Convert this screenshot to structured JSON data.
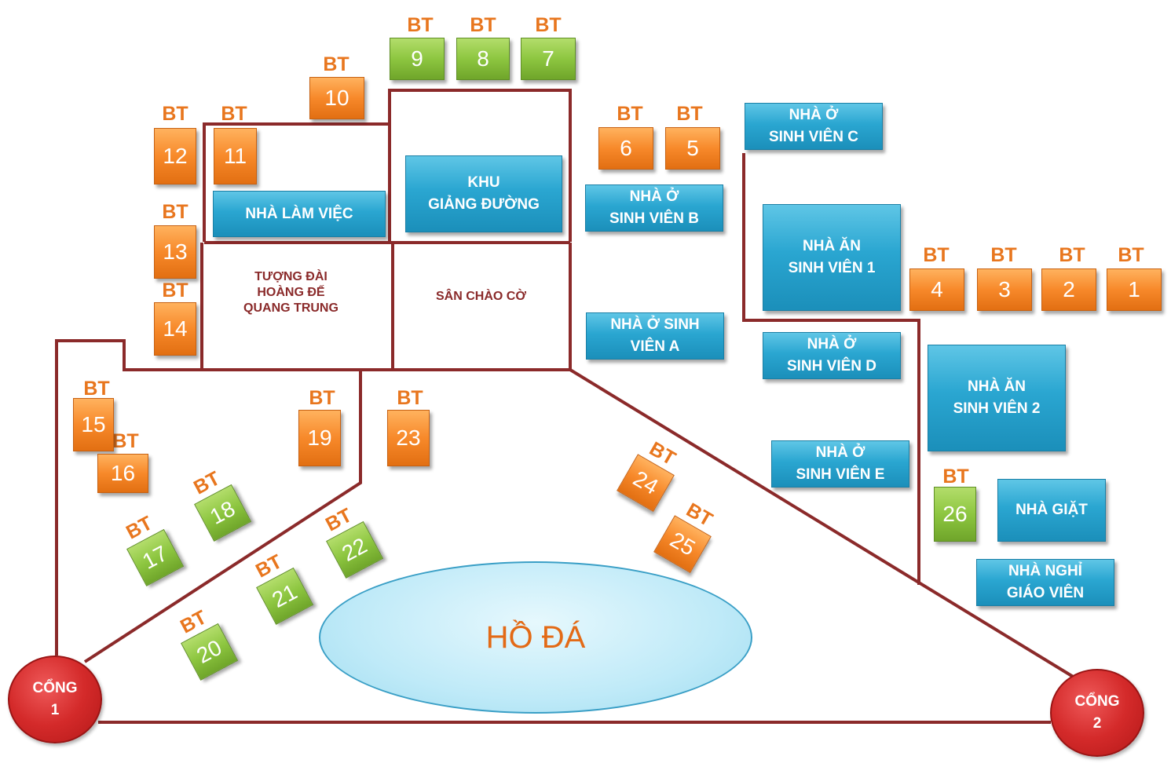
{
  "colors": {
    "road": "#8b2a2a",
    "building": "#2aa6d1",
    "stand_orange": "#f7892a",
    "stand_green": "#8dc640",
    "bt_label": "#e8761e",
    "lake_text": "#e36a16",
    "gate": "#d42a2a"
  },
  "bt_label": "BT",
  "areas": {
    "monument": [
      "TƯỢNG ĐÀI",
      "HOÀNG ĐẾ",
      "QUANG TRUNG"
    ],
    "flag_yard": "SÂN CHÀO CỜ"
  },
  "buildings": {
    "work_house": [
      "NHÀ LÀM VIỆC"
    ],
    "lecture_hall": [
      "KHU",
      "GIẢNG ĐƯỜNG"
    ],
    "dorm_b": [
      "NHÀ Ở",
      "SINH VIÊN B"
    ],
    "dorm_a": [
      "NHÀ Ở SINH",
      "VIÊN A"
    ],
    "dorm_c": [
      "NHÀ Ở",
      "SINH VIÊN C"
    ],
    "canteen_1": [
      "NHÀ ĂN",
      "SINH VIÊN 1"
    ],
    "dorm_d": [
      "NHÀ Ở",
      "SINH VIÊN D"
    ],
    "canteen_2": [
      "NHÀ ĂN",
      "SINH VIÊN 2"
    ],
    "dorm_e": [
      "NHÀ Ở",
      "SINH VIÊN E"
    ],
    "laundry": [
      "NHÀ GIẶT"
    ],
    "teacher_rest": [
      "NHÀ NGHỈ",
      "GIÁO VIÊN"
    ]
  },
  "stands": {
    "s1": "1",
    "s2": "2",
    "s3": "3",
    "s4": "4",
    "s5": "5",
    "s6": "6",
    "s7": "7",
    "s8": "8",
    "s9": "9",
    "s10": "10",
    "s11": "11",
    "s12": "12",
    "s13": "13",
    "s14": "14",
    "s15": "15",
    "s16": "16",
    "s17": "17",
    "s18": "18",
    "s19": "19",
    "s20": "20",
    "s21": "21",
    "s22": "22",
    "s23": "23",
    "s24": "24",
    "s25": "25",
    "s26": "26"
  },
  "lake": "HỒ ĐÁ",
  "gates": {
    "gate1": [
      "CỔNG",
      "1"
    ],
    "gate2": [
      "CỔNG",
      "2"
    ]
  }
}
